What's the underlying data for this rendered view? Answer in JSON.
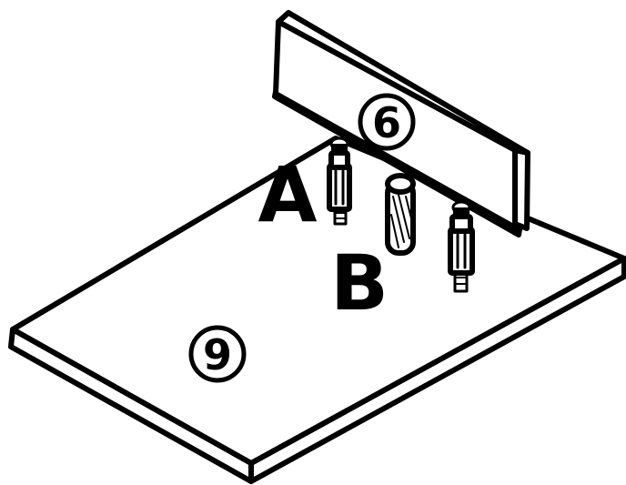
{
  "labels": {
    "hardware_a": "A",
    "hardware_b": "B",
    "panel_top": "6",
    "panel_bottom": "9"
  },
  "colors": {
    "ink": "#000000",
    "paper": "#ffffff"
  },
  "icons": {
    "cam_bolt": "cam-bolt-icon",
    "dowel": "wooden-dowel-icon"
  }
}
